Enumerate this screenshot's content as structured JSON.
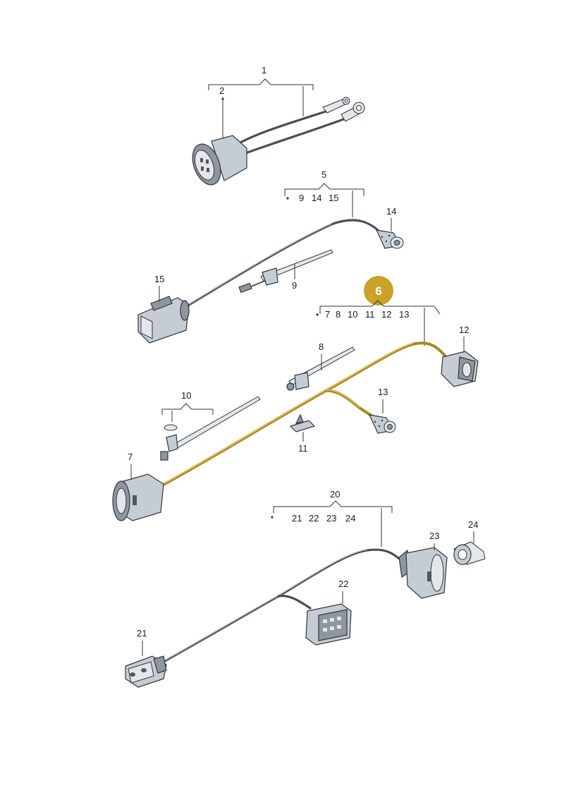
{
  "callouts": {
    "c1": "1",
    "c2": "2",
    "c5": "5",
    "c9a": "9",
    "c14a": "14",
    "c15a": "15",
    "c14": "14",
    "c15": "15",
    "c9": "9",
    "c6": "6",
    "c7a": "7",
    "c8a": "8",
    "c10a": "10",
    "c11a": "11",
    "c12a": "12",
    "c13a": "13",
    "c12": "12",
    "c8": "8",
    "c13": "13",
    "c10": "10",
    "c11": "11",
    "c7": "7",
    "c20": "20",
    "c21a": "21",
    "c22a": "22",
    "c23a": "23",
    "c24a": "24",
    "c23": "23",
    "c24": "24",
    "c22": "22",
    "c21": "21"
  },
  "colors": {
    "highlight_badge": "#c9a227",
    "highlight_cable": "#a8861e",
    "cable": "#4a4f55",
    "part_fill": "#c6ccd3"
  }
}
